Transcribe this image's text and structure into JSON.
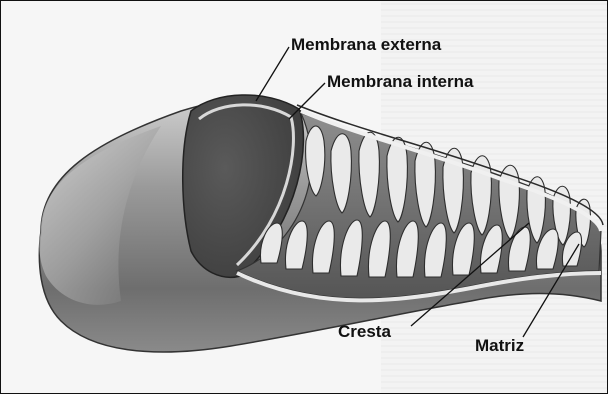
{
  "diagram": {
    "labels": {
      "outer_membrane": "Membrana externa",
      "inner_membrane": "Membrana interna",
      "crista": "Cresta",
      "matrix": "Matriz"
    }
  }
}
